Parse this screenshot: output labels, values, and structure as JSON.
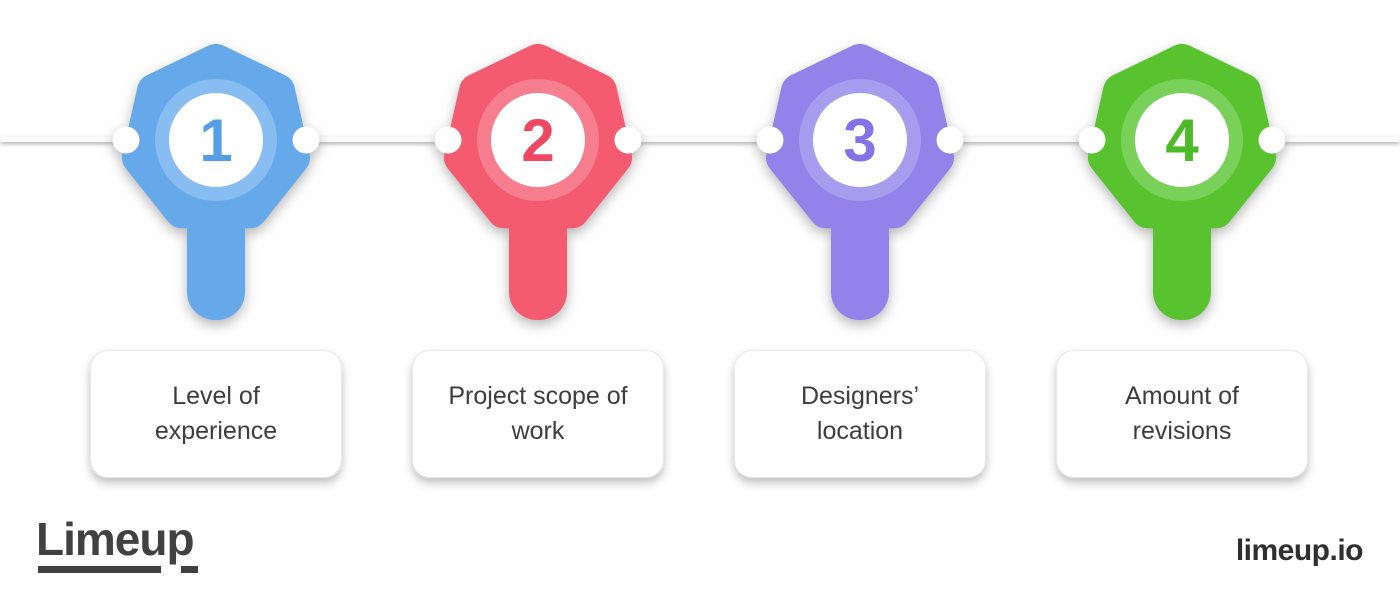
{
  "steps": [
    {
      "number": "1",
      "color": "#66a9ea",
      "ring_color": "#87bdf1",
      "number_color": "#559ee6",
      "lines": [
        "Level of",
        "experience"
      ]
    },
    {
      "number": "2",
      "color": "#f45a70",
      "ring_color": "#f67e8f",
      "number_color": "#ee4862",
      "lines": [
        "Project scope of",
        "work"
      ]
    },
    {
      "number": "3",
      "color": "#9282ea",
      "ring_color": "#a89cef",
      "number_color": "#8473e6",
      "lines": [
        "Designers’",
        "location"
      ]
    },
    {
      "number": "4",
      "color": "#58c32f",
      "ring_color": "#79d15a",
      "number_color": "#4dbb27",
      "lines": [
        "Amount of",
        "revisions"
      ]
    }
  ],
  "timeline": {
    "connector_color": "#fbfcfd",
    "dot_color": "#ffffff"
  },
  "footer": {
    "logo_text": "Limeup",
    "logo_color": "#414141",
    "website_text": "limeup.io",
    "website_color": "#2f2f2f"
  }
}
